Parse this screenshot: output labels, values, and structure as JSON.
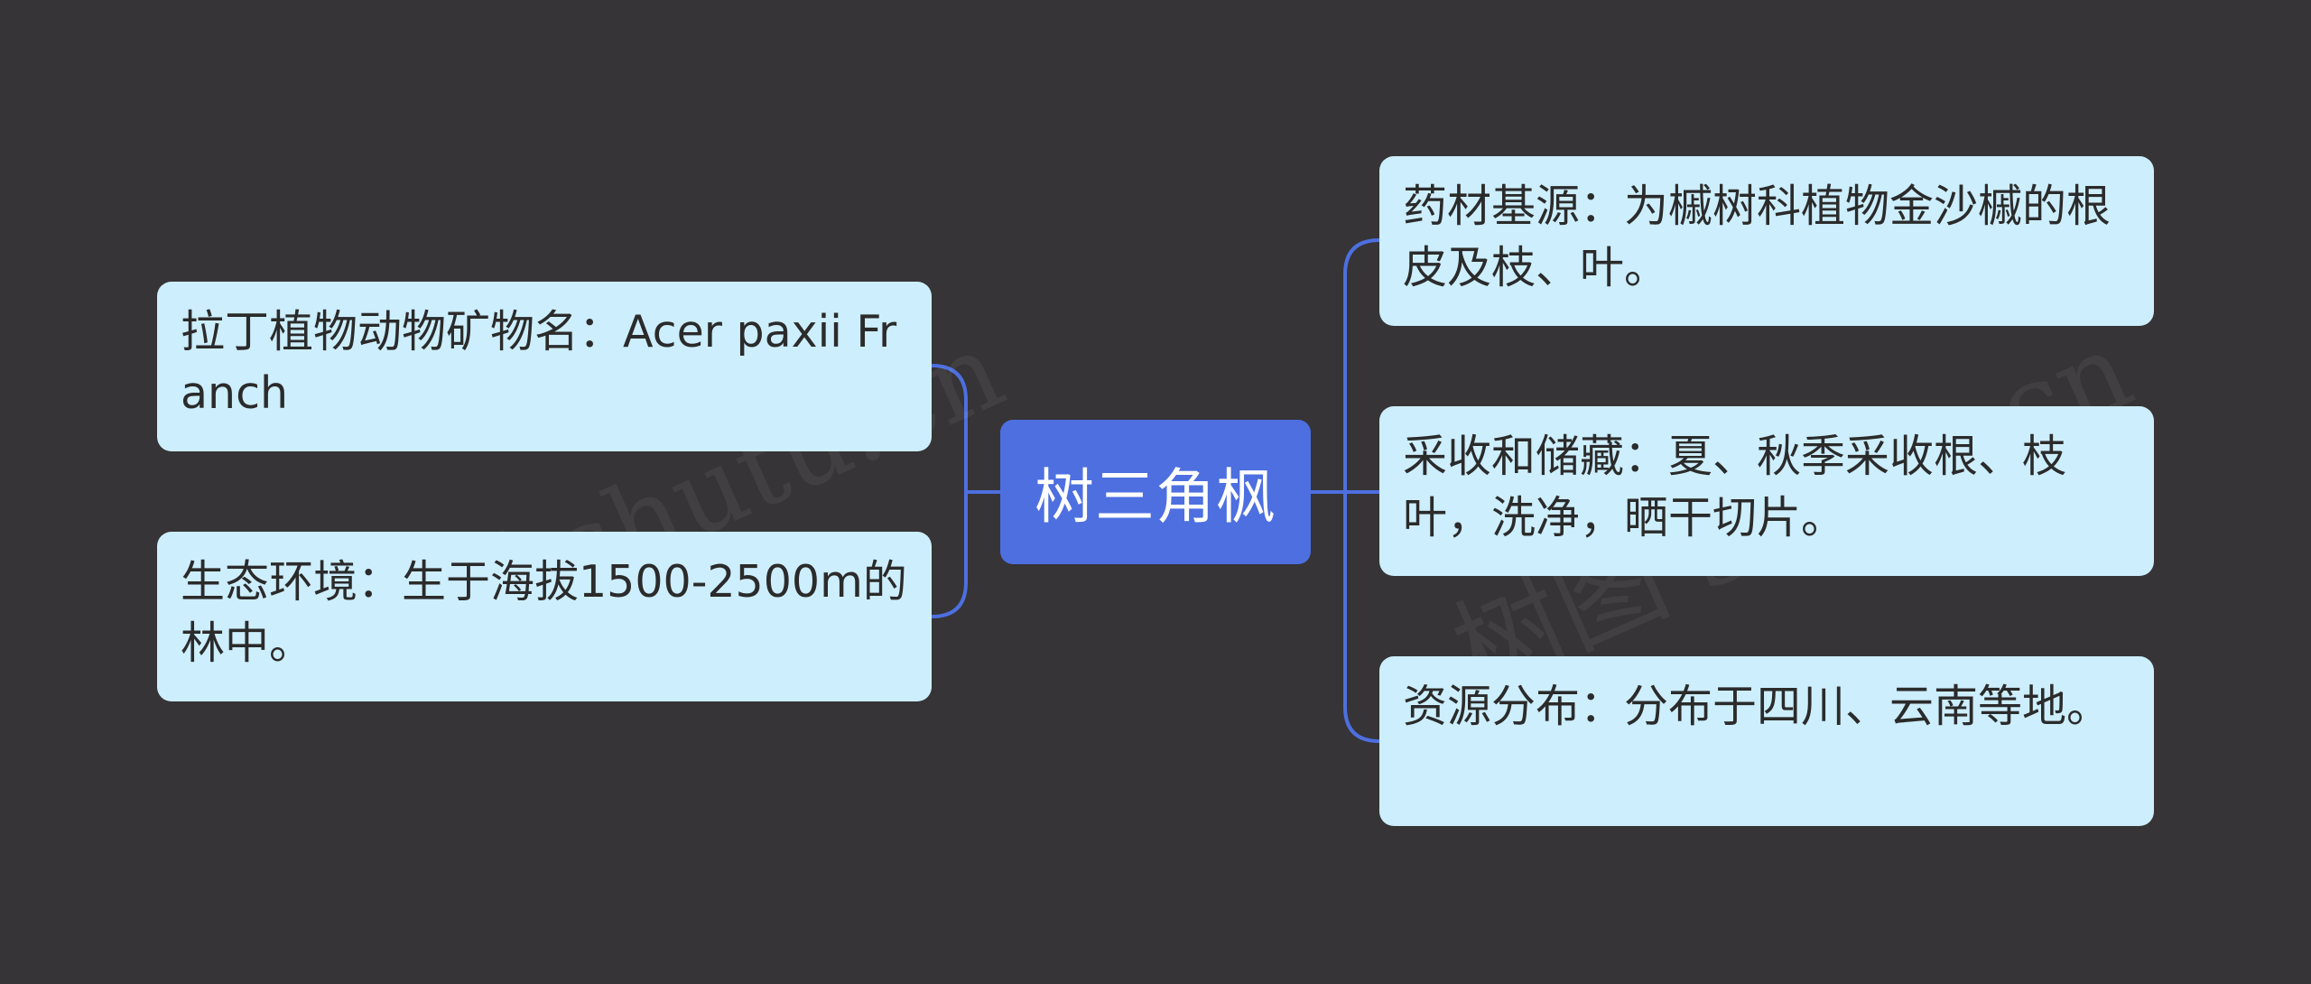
{
  "root": {
    "label": "树三角枫"
  },
  "left_branches": [
    {
      "text": "拉丁植物动物矿物名：Acer paxii Franch"
    },
    {
      "text": "生态环境：生于海拔1500-2500m的林中。"
    }
  ],
  "right_branches": [
    {
      "text": "药材基源：为槭树科植物金沙槭的根皮及枝、叶。"
    },
    {
      "text": "采收和储藏：夏、秋季采收根、枝叶，洗净，晒干切片。"
    },
    {
      "text": "资源分布：分布于四川、云南等地。"
    }
  ],
  "watermarks": [
    {
      "text": "树图 shutu.cn"
    },
    {
      "text": "树图 shutu.cn"
    }
  ],
  "colors": {
    "background": "#363436",
    "root_fill": "#4d6fe0",
    "node_fill": "#cdeefd",
    "connector": "#4d6fe0"
  }
}
